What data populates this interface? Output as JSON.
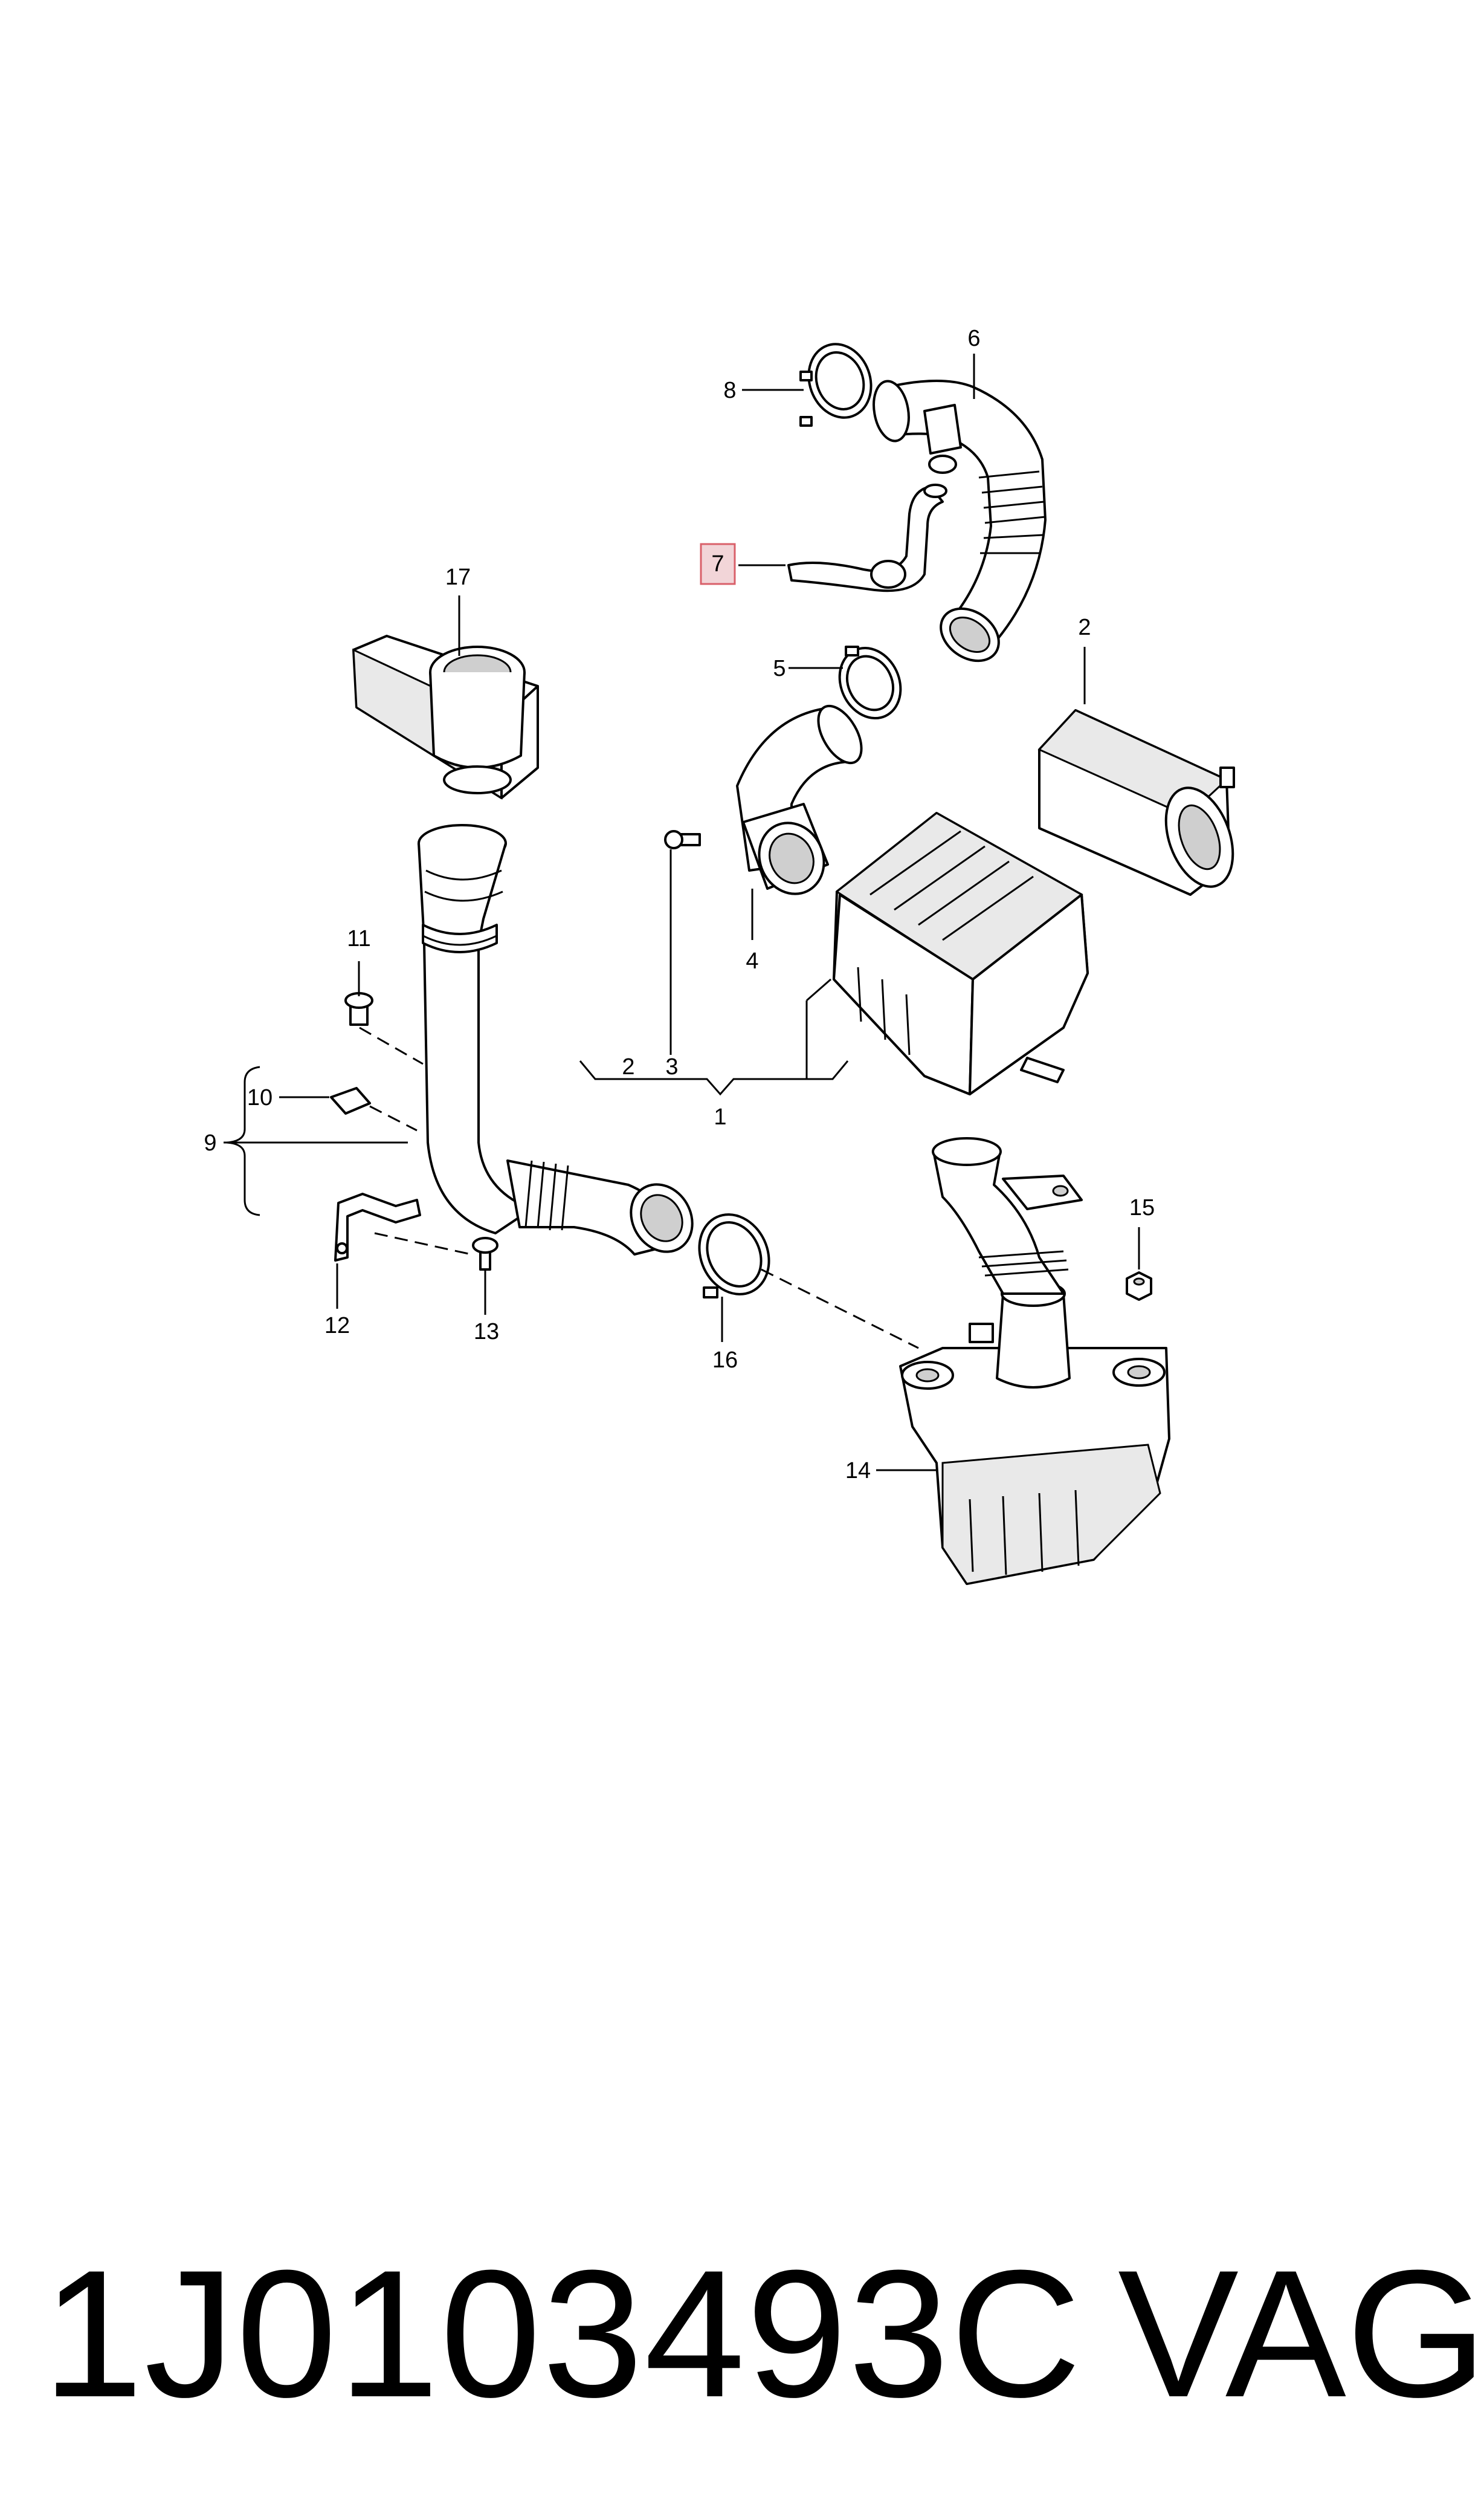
{
  "diagram": {
    "callouts": [
      "1",
      "2",
      "3",
      "4",
      "5",
      "6",
      "7",
      "8",
      "9",
      "10",
      "11",
      "12",
      "13",
      "14",
      "15",
      "16",
      "17"
    ],
    "subgroup_labels": [
      "2",
      "3"
    ],
    "highlighted_callout": "7",
    "highlight_color": "#f2d5d8",
    "highlight_border": "#d9606a"
  },
  "footer": {
    "part_number": "1J0103493C",
    "brand": "VAG"
  }
}
